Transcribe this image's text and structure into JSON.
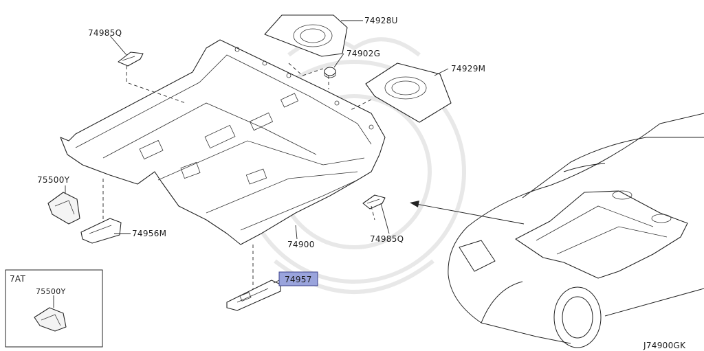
{
  "diagram": {
    "labels": {
      "clip_top_left": "74985Q",
      "rear_panel_right": "74928U",
      "plug": "74902G",
      "rear_panel_left": "74929M",
      "bracket_left": "75500Y",
      "mat_left": "74956M",
      "main_carpet": "74900",
      "clip_right": "74985Q",
      "highlighted_mat": "74957",
      "inset_variant": "7AT",
      "inset_bracket": "75500Y"
    },
    "reference_code": "J74900GK",
    "highlight_color": "#9aa4dc"
  }
}
